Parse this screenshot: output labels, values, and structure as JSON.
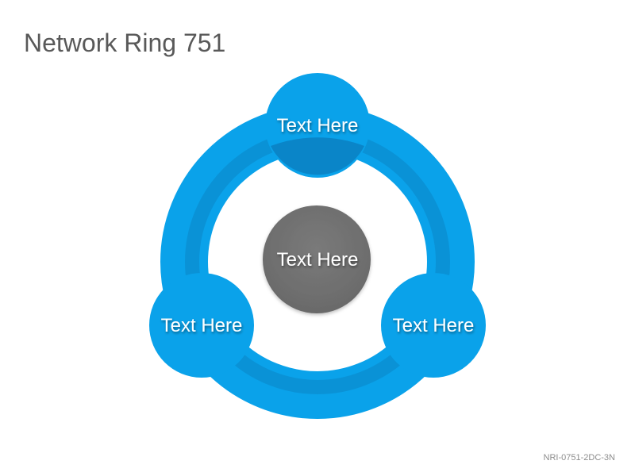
{
  "slide": {
    "title": "Network Ring 751",
    "code": "NRI-0751-2DC-3N"
  },
  "diagram": {
    "center_label": "Text Here",
    "nodes": [
      {
        "label": "Text Here"
      },
      {
        "label": "Text Here"
      },
      {
        "label": "Text Here"
      }
    ],
    "colors": {
      "ring": "#0aa2ea",
      "ring_inner_band": "#0b8fd2",
      "node_top": "#0a85c8",
      "node_side": "#0aa2ea",
      "center": "#727272",
      "label": "#ffffff"
    }
  }
}
